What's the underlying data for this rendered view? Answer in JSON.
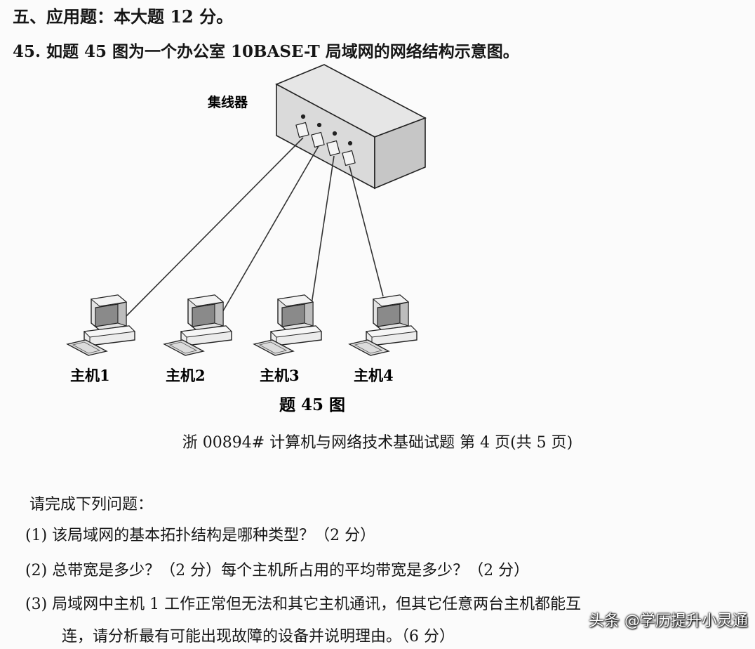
{
  "header": {
    "section_title": "五、应用题：本大题 12 分。",
    "question": "45. 如题 45 图为一个办公室 10BASE-T 局域网的网络结构示意图。"
  },
  "figure": {
    "hub_label": "集线器",
    "hosts": [
      "主机1",
      "主机2",
      "主机3",
      "主机4"
    ],
    "caption": "题 45 图"
  },
  "footer": "浙 00894# 计算机与网络技术基础试题 第 4 页(共 5 页)",
  "questions": {
    "prompt": "请完成下列问题：",
    "q1": "(1) 该局域网的基本拓扑结构是哪种类型？（2 分）",
    "q2": "(2) 总带宽是多少？（2 分）每个主机所占用的平均带宽是多少？（2 分）",
    "q3_line1": "(3) 局域网中主机 1 工作正常但无法和其它主机通讯，但其它任意两台主机都能互",
    "q3_line2": "连，请分析最有可能出现故障的设备并说明理由。（6 分）"
  },
  "watermark": "头条 @学历提升小灵通",
  "icons": {
    "hub": "hub-icon",
    "computer": "computer-icon"
  }
}
